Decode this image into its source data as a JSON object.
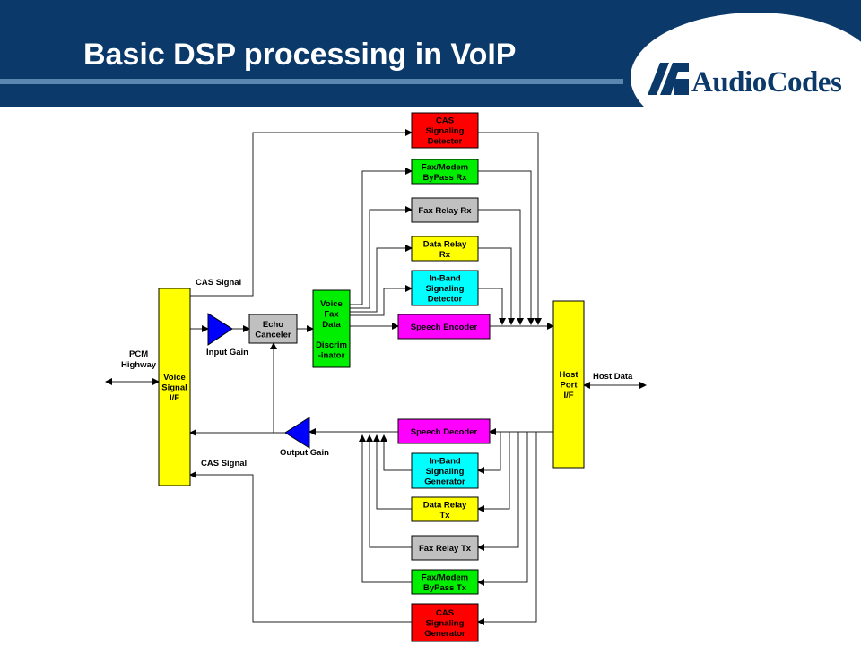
{
  "slide": {
    "title": "Basic DSP processing in VoIP",
    "logo_text": "AudioCodes",
    "colors": {
      "header": "#0b3a6a",
      "accent_line": "#5a86b0"
    }
  },
  "blocks": {
    "cas_detector": {
      "lines": [
        "CAS",
        "Signaling",
        "Detector"
      ],
      "color": "#ff0000"
    },
    "fax_modem_rx": {
      "lines": [
        "Fax/Modem",
        "ByPass Rx"
      ],
      "color": "#00ee00"
    },
    "fax_relay_rx": {
      "lines": [
        "Fax Relay Rx"
      ],
      "color": "#c0c0c0"
    },
    "data_relay_rx": {
      "lines": [
        "Data Relay",
        "Rx"
      ],
      "color": "#ffff00"
    },
    "inband_detector": {
      "lines": [
        "In-Band",
        "Signaling",
        "Detector"
      ],
      "color": "#00ffff"
    },
    "speech_encoder": {
      "lines": [
        "Speech Encoder"
      ],
      "color": "#ff00ff"
    },
    "voice_signal_if": {
      "lines": [
        "Voice",
        "Signal",
        "I/F"
      ],
      "color": "#ffff00"
    },
    "echo_canceler": {
      "lines": [
        "Echo",
        "Canceler"
      ],
      "color": "#c0c0c0"
    },
    "discriminator": {
      "lines": [
        "Voice",
        "Fax",
        "Data",
        "",
        "Discrim",
        "-inator"
      ],
      "color": "#00ee00"
    },
    "host_port_if": {
      "lines": [
        "Host",
        "Port",
        "I/F"
      ],
      "color": "#ffff00"
    },
    "speech_decoder": {
      "lines": [
        "Speech Decoder"
      ],
      "color": "#ff00ff"
    },
    "inband_generator": {
      "lines": [
        "In-Band",
        "Signaling",
        "Generator"
      ],
      "color": "#00ffff"
    },
    "data_relay_tx": {
      "lines": [
        "Data Relay",
        "Tx"
      ],
      "color": "#ffff00"
    },
    "fax_relay_tx": {
      "lines": [
        "Fax Relay Tx"
      ],
      "color": "#c0c0c0"
    },
    "fax_modem_tx": {
      "lines": [
        "Fax/Modem",
        "ByPass Tx"
      ],
      "color": "#00ee00"
    },
    "cas_generator": {
      "lines": [
        "CAS",
        "Signaling",
        "Generator"
      ],
      "color": "#ff0000"
    }
  },
  "labels": {
    "cas_signal_top": "CAS Signal",
    "cas_signal_bottom": "CAS Signal",
    "input_gain": "Input Gain",
    "output_gain": "Output Gain",
    "pcm_highway": [
      "PCM",
      "Highway"
    ],
    "host_data": "Host Data"
  },
  "amplifier_color": "#0000ff"
}
